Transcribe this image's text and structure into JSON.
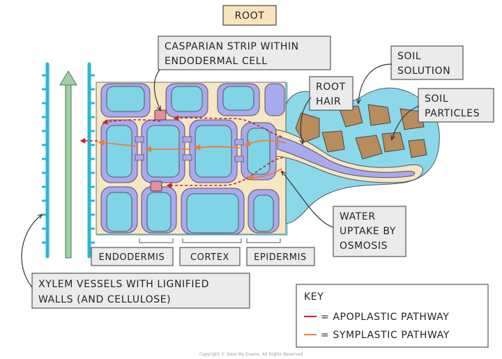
{
  "title": "ROOT",
  "labels": {
    "casparian_line1": "CASPARIAN STRIP WITHIN",
    "casparian_line2": "ENDODERMAL CELL",
    "soil_solution_line1": "SOIL",
    "soil_solution_line2": "SOLUTION",
    "root_hair_line1": "ROOT",
    "root_hair_line2": "HAIR",
    "soil_particles_line1": "SOIL",
    "soil_particles_line2": "PARTICLES",
    "water_line1": "WATER",
    "water_line2": "UPTAKE BY",
    "water_line3": "OSMOSIS",
    "endodermis": "ENDODERMIS",
    "cortex": "CORTEX",
    "epidermis": "EPIDERMIS",
    "xylem_line1": "XYLEM VESSELS WITH LIGNIFIED",
    "xylem_line2": "WALLS (AND CELLULOSE)"
  },
  "key": {
    "title": "KEY",
    "apoplastic": "= APOPLASTIC PATHWAY",
    "symplastic": "= SYMPLASTIC PATHWAY"
  },
  "colors": {
    "water": "#8ad8ea",
    "cell_wall": "#f7e6c4",
    "cytoplasm": "#a9a9ef",
    "vacuole": "#7fd5e5",
    "xylem": "#2ab7d6",
    "arrow_green": "#9ed0a6",
    "soil": "#b88c5c",
    "apoplastic": "#cc1f1f",
    "symplastic": "#f07a3a",
    "casparian": "#e88aa0"
  },
  "copyright": "Copyright © Save My Exams. All Rights Reserved"
}
